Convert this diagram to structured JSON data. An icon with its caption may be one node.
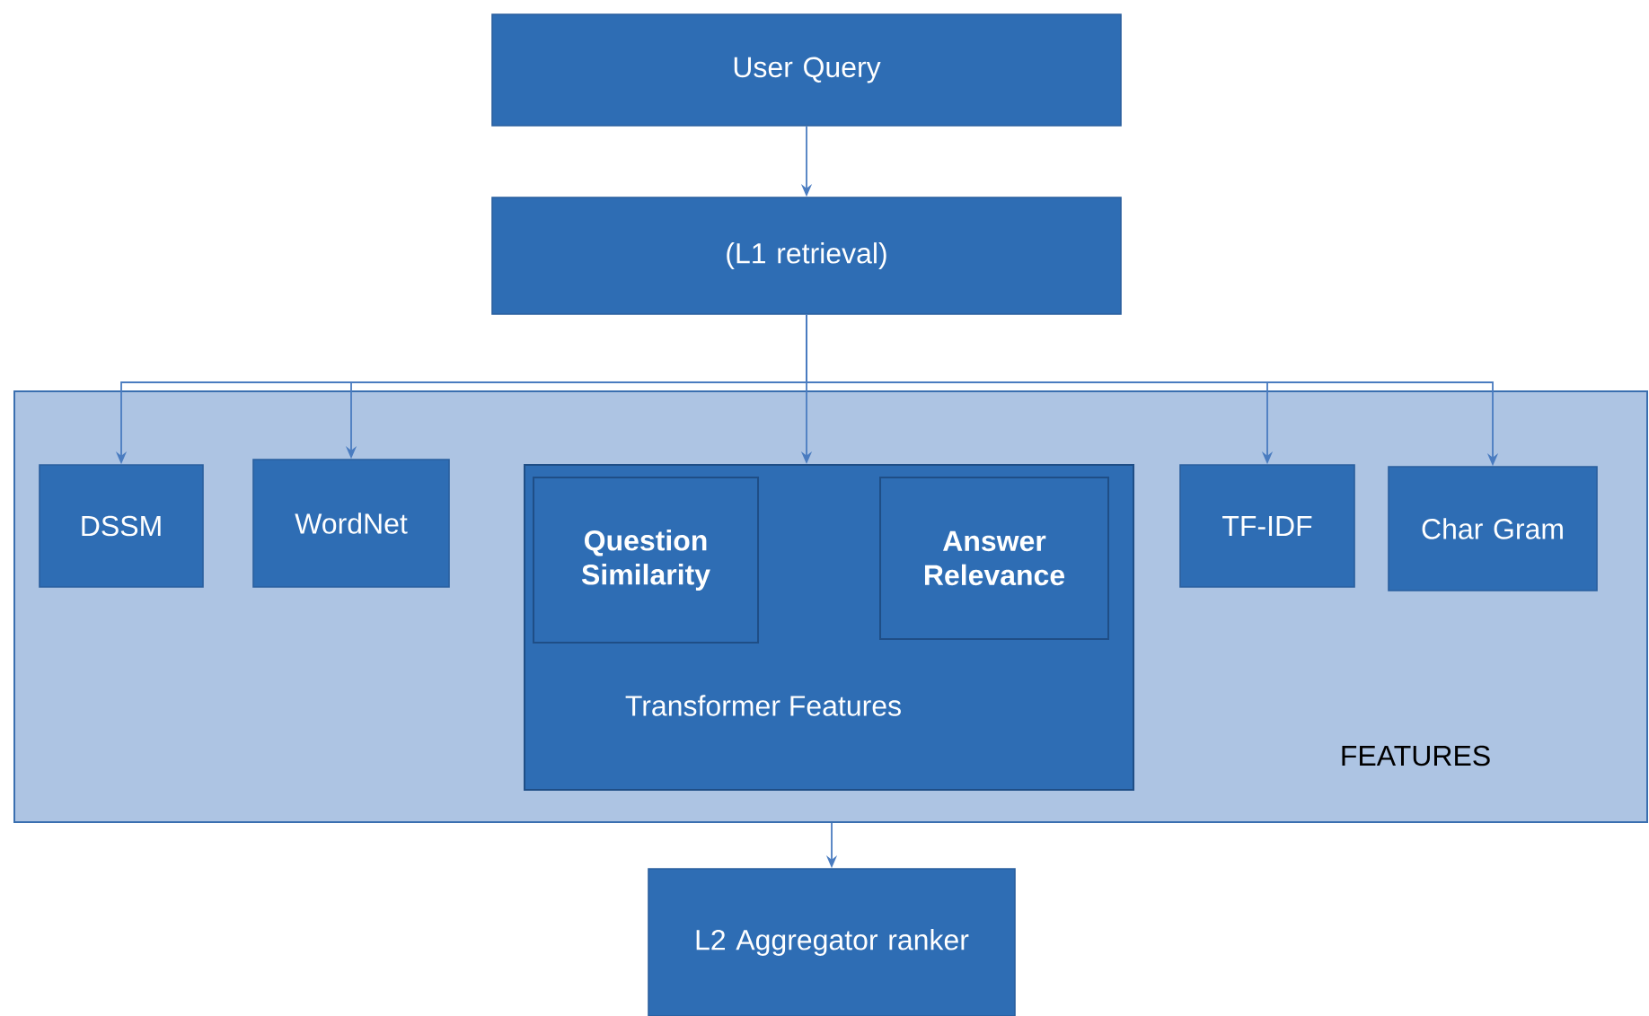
{
  "diagram": {
    "nodes": [
      {
        "text": [
          "User Query"
        ]
      },
      {
        "text": [
          "(L1 retrieval)"
        ]
      },
      {
        "text": [
          "FEATURES"
        ]
      },
      {
        "text": [
          "DSSM"
        ],
        "in": 2
      },
      {
        "text": [
          "WordNet"
        ],
        "in": 2
      },
      {
        "text": [
          "Transformer Features"
        ],
        "in": 2
      },
      {
        "text": [
          "Question Similarity"
        ],
        "in": 5
      },
      {
        "text": [
          "Answer Relevance"
        ],
        "in": 5
      },
      {
        "text": [
          "TF-IDF"
        ],
        "in": 2
      },
      {
        "text": [
          "Char Gram"
        ],
        "in": 2
      },
      {
        "text": [
          "L2 Aggregator ranker"
        ]
      }
    ],
    "edges": [
      {
        "from": 0,
        "to": 1,
        "arrow": "to"
      },
      {
        "from": 1,
        "to": 3,
        "arrow": "to"
      },
      {
        "from": 1,
        "to": 4,
        "arrow": "to"
      },
      {
        "from": 1,
        "to": 5,
        "arrow": "to"
      },
      {
        "from": 1,
        "to": 8,
        "arrow": "to"
      },
      {
        "from": 1,
        "to": 9,
        "arrow": "to"
      },
      {
        "from": 2,
        "to": 10,
        "arrow": "to"
      }
    ]
  }
}
